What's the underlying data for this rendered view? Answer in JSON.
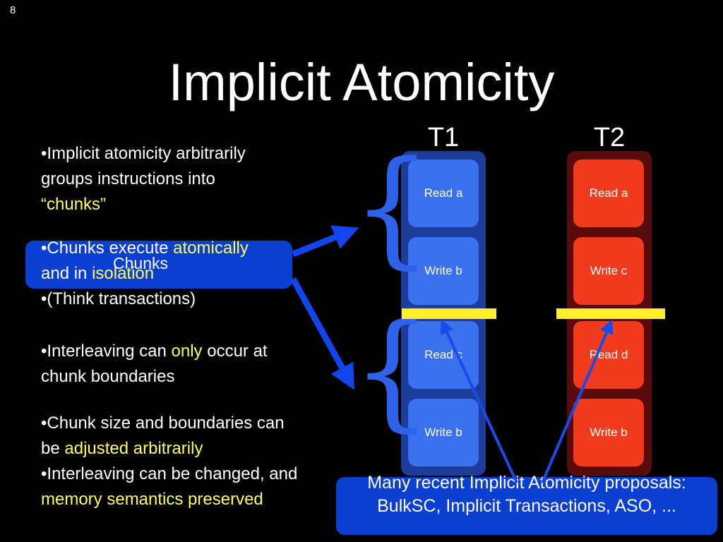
{
  "slide_number": "8",
  "title": "Implicit Atomicity",
  "threads": [
    {
      "label": "T1",
      "instructions": [
        "Read a",
        "Write b",
        "Read c",
        "Write b"
      ]
    },
    {
      "label": "T2",
      "instructions": [
        "Read a",
        "Write c",
        "Read d",
        "Write b"
      ]
    }
  ],
  "callouts": {
    "chunks": "Chunks",
    "proposals": "Many recent Implicit Atomicity proposals: BulkSC, Implicit Transactions, ASO, ..."
  },
  "bullets": [
    {
      "parts": [
        {
          "text": "•Implicit atomicity arbitrarily"
        }
      ]
    },
    {
      "parts": [
        {
          "text": "groups instructions into"
        }
      ]
    },
    {
      "parts": [
        {
          "text": "“chunks”",
          "highlight": true
        }
      ]
    },
    {
      "parts": [
        {
          "text": "•Chunks execute "
        },
        {
          "text": "atomically",
          "highlight": true
        }
      ]
    },
    {
      "parts": [
        {
          "text": "and in "
        },
        {
          "text": "isolation",
          "highlight": true
        }
      ]
    },
    {
      "parts": [
        {
          "text": "•(Think transactions)"
        }
      ]
    },
    {
      "parts": [
        {
          "text": "•Interleaving can "
        },
        {
          "text": "only",
          "highlight": true
        },
        {
          "text": " occur at"
        }
      ]
    },
    {
      "parts": [
        {
          "text": "chunk boundaries"
        }
      ]
    },
    {
      "parts": [
        {
          "text": "•Chunk size and boundaries can"
        }
      ]
    },
    {
      "parts": [
        {
          "text": "be "
        },
        {
          "text": "adjusted arbitrarily",
          "highlight": true
        }
      ]
    },
    {
      "parts": [
        {
          "text": "•Interleaving can be changed, and"
        }
      ]
    },
    {
      "parts": [
        {
          "text": "memory semantics preserved",
          "highlight": true
        }
      ]
    }
  ],
  "colors": {
    "background": "#000000",
    "t1_column": "#1c3d9a",
    "t1_instruction": "#3b70ef",
    "t2_column": "#5a0b0b",
    "t2_instruction": "#f23a1e",
    "boundary": "#ffef29",
    "highlight_text": "#ffff55",
    "callout": "#0b3fd1",
    "arrow": "#1345ee"
  }
}
